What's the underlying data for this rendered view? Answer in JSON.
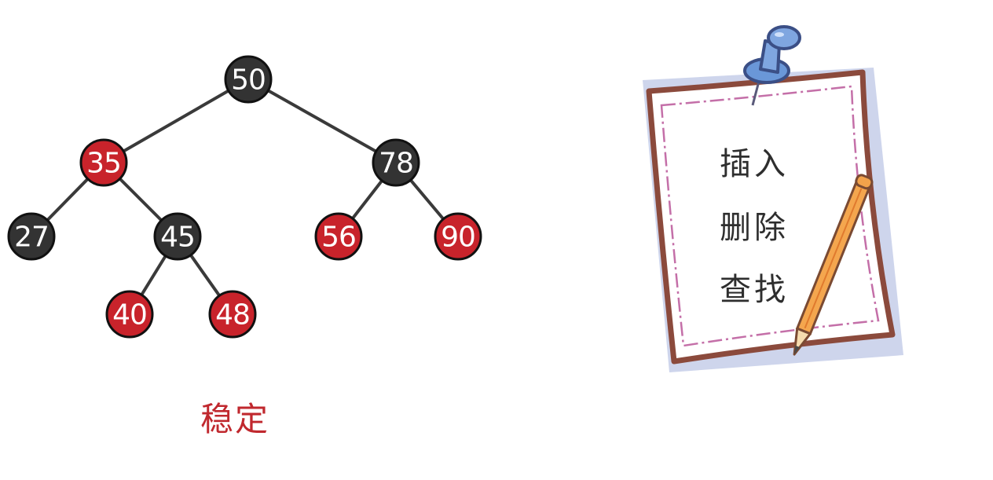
{
  "tree": {
    "nodes": [
      {
        "id": "n50",
        "label": "50",
        "color": "black"
      },
      {
        "id": "n35",
        "label": "35",
        "color": "red"
      },
      {
        "id": "n78",
        "label": "78",
        "color": "black"
      },
      {
        "id": "n27",
        "label": "27",
        "color": "black"
      },
      {
        "id": "n45",
        "label": "45",
        "color": "black"
      },
      {
        "id": "n56",
        "label": "56",
        "color": "red"
      },
      {
        "id": "n90",
        "label": "90",
        "color": "red"
      },
      {
        "id": "n40",
        "label": "40",
        "color": "red"
      },
      {
        "id": "n48",
        "label": "48",
        "color": "red"
      }
    ],
    "edges": [
      [
        "n50",
        "n35"
      ],
      [
        "n50",
        "n78"
      ],
      [
        "n35",
        "n27"
      ],
      [
        "n35",
        "n45"
      ],
      [
        "n78",
        "n56"
      ],
      [
        "n78",
        "n90"
      ],
      [
        "n45",
        "n40"
      ],
      [
        "n45",
        "n48"
      ]
    ],
    "caption": "稳定"
  },
  "note": {
    "items": [
      "插入",
      "删除",
      "查找"
    ]
  },
  "colors": {
    "red_node": "#c8232b",
    "black_node": "#333333",
    "edge": "#3a3a3a",
    "caption": "#c0282e",
    "paper_border": "#8b4a3c",
    "paper_shadow": "#c9d0ea",
    "dash": "#c46fa8",
    "pin": "#6a97d8",
    "pencil": "#f0a24a"
  }
}
